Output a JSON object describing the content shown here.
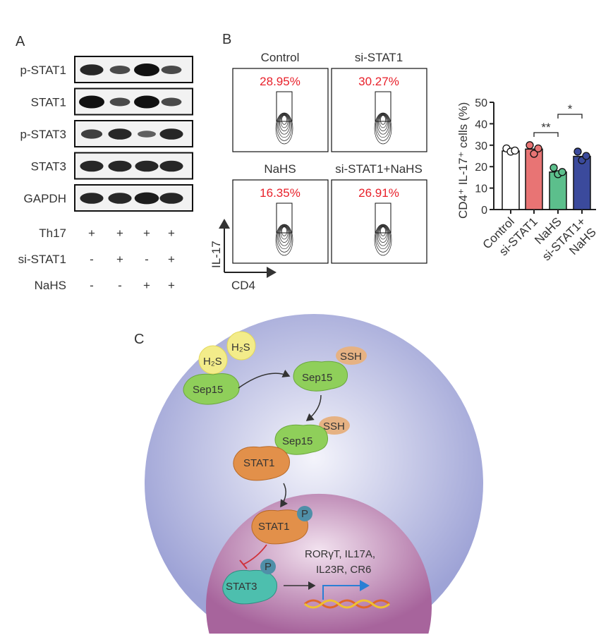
{
  "panel_a": {
    "label": "A",
    "blots": [
      "p-STAT1",
      "STAT1",
      "p-STAT3",
      "STAT3",
      "GAPDH"
    ],
    "band_intensity": [
      [
        0.8,
        0.5,
        1.0,
        0.5
      ],
      [
        1.0,
        0.5,
        1.0,
        0.5
      ],
      [
        0.6,
        0.8,
        0.3,
        0.8
      ],
      [
        0.8,
        0.8,
        0.8,
        0.8
      ],
      [
        0.8,
        0.8,
        0.9,
        0.8
      ]
    ],
    "conditions": [
      {
        "name": "Th17",
        "values": [
          "+",
          "+",
          "+",
          "+"
        ]
      },
      {
        "name": "si-STAT1",
        "values": [
          "-",
          "+",
          "-",
          "+"
        ]
      },
      {
        "name": "NaHS",
        "values": [
          "-",
          "-",
          "+",
          "+"
        ]
      }
    ]
  },
  "panel_b": {
    "label": "B",
    "plots": [
      {
        "title": "Control",
        "pct": "28.95%"
      },
      {
        "title": "si-STAT1",
        "pct": "30.27%"
      },
      {
        "title": "NaHS",
        "pct": "16.35%"
      },
      {
        "title": "si-STAT1+NaHS",
        "pct": "26.91%"
      }
    ],
    "y_axis": "IL-17",
    "x_axis": "CD4"
  },
  "chart_data": {
    "type": "bar",
    "ylabel": "CD4⁺ IL-17⁺ cells (%)",
    "ylim": [
      0,
      50
    ],
    "yticks": [
      "0",
      "10",
      "20",
      "30",
      "40",
      "50"
    ],
    "categories": [
      "Control",
      "si-STAT1",
      "NaHS",
      "si-STAT1+\nNaHS"
    ],
    "category_lines": [
      [
        "Control"
      ],
      [
        "si-STAT1"
      ],
      [
        "NaHS"
      ],
      [
        "si-STAT1+",
        "NaHS"
      ]
    ],
    "values": [
      27.3,
      28.2,
      17.5,
      24.8
    ],
    "points": [
      [
        28.5,
        27,
        27.5
      ],
      [
        30,
        26,
        28.5
      ],
      [
        19.5,
        16.5,
        17.5
      ],
      [
        27,
        23,
        25
      ]
    ],
    "colors": [
      "#ffffff",
      "#e87474",
      "#5cbf8c",
      "#3b4a9c"
    ],
    "significance": [
      {
        "pair": [
          1,
          2
        ],
        "label": "**"
      },
      {
        "pair": [
          2,
          3
        ],
        "label": "*"
      }
    ]
  },
  "panel_c": {
    "label": "C",
    "h2s": "H₂S",
    "sep15": "Sep15",
    "ssh": "SSH",
    "stat1": "STAT1",
    "stat3": "STAT3",
    "p": "P",
    "genes_line1": "RORγT, IL17A,",
    "genes_line2": "IL23R, CR6"
  }
}
